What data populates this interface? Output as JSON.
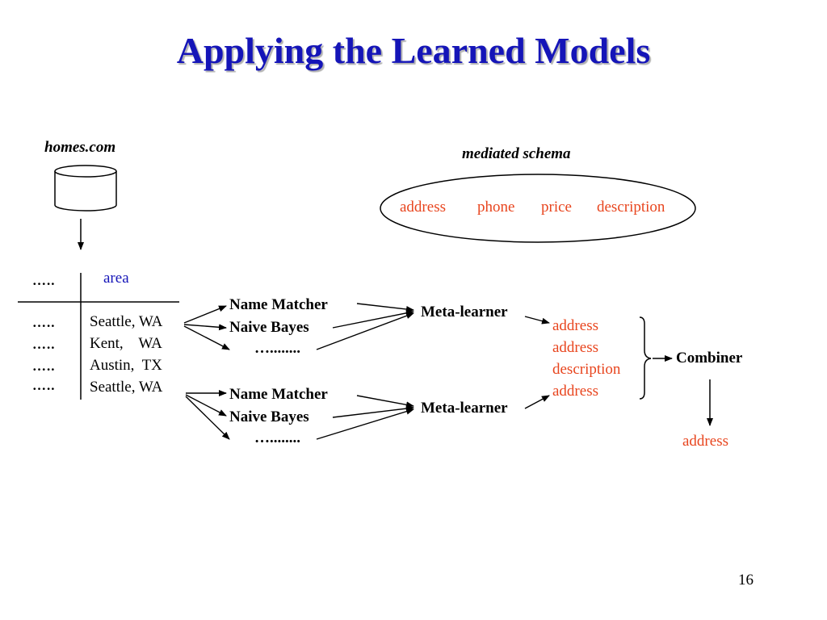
{
  "slide": {
    "title": "Applying the Learned Models",
    "page_number": "16"
  },
  "source": {
    "label": "homes.com"
  },
  "mediated_schema": {
    "label": "mediated schema",
    "fields": [
      "address",
      "phone",
      "price",
      "description"
    ]
  },
  "table": {
    "header_dots": "…..",
    "header_column": "area",
    "row_dots": [
      "…..",
      "…..",
      "…..",
      "….."
    ],
    "rows": [
      "Seattle, WA",
      "Kent,    WA",
      "Austin,  TX",
      "Seattle, WA"
    ]
  },
  "learner_groups": [
    {
      "base_learners": [
        "Name Matcher",
        "Naive Bayes",
        "…........"
      ],
      "meta_learner": "Meta-learner"
    },
    {
      "base_learners": [
        "Name Matcher",
        "Naive Bayes",
        "…........"
      ],
      "meta_learner": "Meta-learner"
    }
  ],
  "predictions": [
    "address",
    "address",
    "description",
    "address"
  ],
  "combiner": {
    "label": "Combiner",
    "output": "address"
  },
  "colors": {
    "title": "#1515b8",
    "predicted_label": "#e8451e",
    "header_column": "#1515b8"
  }
}
